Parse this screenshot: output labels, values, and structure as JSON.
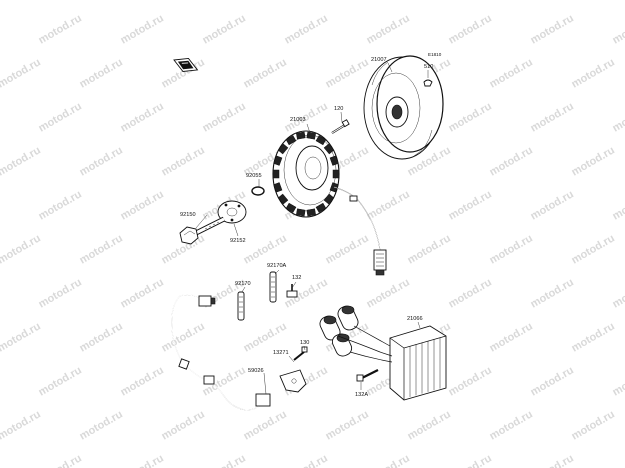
{
  "watermark": "motod.ru",
  "parts": [
    {
      "id": "label-21007",
      "text": "21007"
    },
    {
      "id": "label-e1810",
      "text": "E1810"
    },
    {
      "id": "label-510",
      "text": "510"
    },
    {
      "id": "label-120",
      "text": "120"
    },
    {
      "id": "label-21003",
      "text": "21003"
    },
    {
      "id": "label-92055",
      "text": "92055"
    },
    {
      "id": "label-92150",
      "text": "92150"
    },
    {
      "id": "label-92152",
      "text": "92152"
    },
    {
      "id": "label-92170a",
      "text": "92170A"
    },
    {
      "id": "label-132",
      "text": "132"
    },
    {
      "id": "label-92170",
      "text": "92170"
    },
    {
      "id": "label-21066",
      "text": "21066"
    },
    {
      "id": "label-130",
      "text": "130"
    },
    {
      "id": "label-13271",
      "text": "13271"
    },
    {
      "id": "label-59026",
      "text": "59026"
    },
    {
      "id": "label-132a",
      "text": "132A"
    }
  ]
}
